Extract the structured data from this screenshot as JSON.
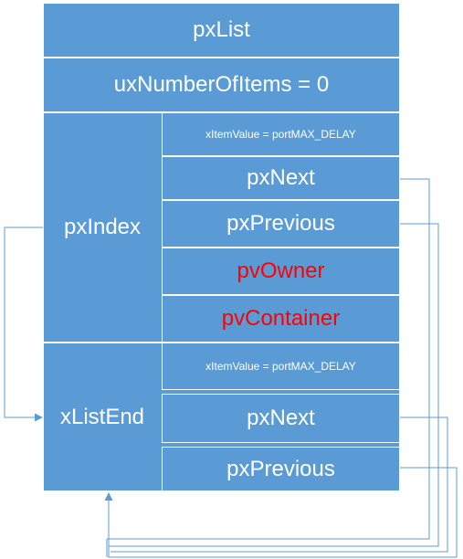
{
  "diagram": {
    "list_name": "pxList",
    "item_count": "uxNumberOfItems =  0",
    "index_label": "pxIndex",
    "list_end_label": "xListEnd",
    "index_item": {
      "item_value": "xItemValue = portMAX_DELAY",
      "next": "pxNext",
      "previous": "pxPrevious",
      "owner": "pvOwner",
      "container": "pvContainer"
    },
    "end_item": {
      "item_value": "xItemValue = portMAX_DELAY",
      "next": "pxNext",
      "previous": "pxPrevious"
    },
    "colors": {
      "fill": "#5b9bd5",
      "text": "#ffffff",
      "highlight_text": "#ff0000",
      "connector": "#5b9bd5"
    }
  }
}
